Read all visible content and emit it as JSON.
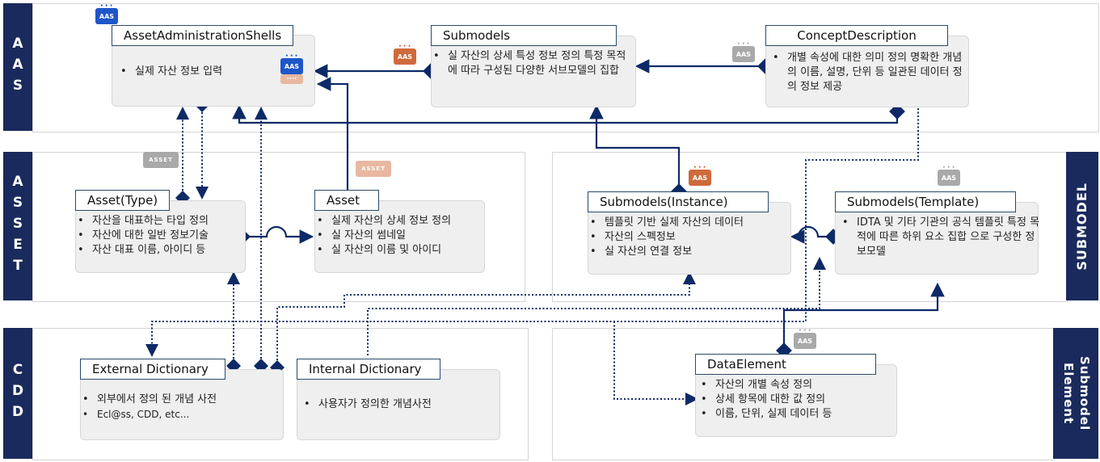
{
  "side_labels": {
    "aas": "AAS",
    "asset": "ASSET",
    "cdd": "CDD",
    "submodel": "SUBMODEL",
    "submodel_element": "Submodel Element"
  },
  "boxes": {
    "aas_shells": {
      "title": "AssetAdministrationShells",
      "bullets": [
        "실제 자산 정보 입력"
      ]
    },
    "submodels": {
      "title": "Submodels",
      "bullets": [
        "실 자산의 상세 특성 정보 정의 특정 목적에 따라 구성된 다양한 서브모델의 집합"
      ]
    },
    "concept_description": {
      "title": "ConceptDescription",
      "bullets": [
        "개별 속성에 대한 의미 정의 명확한 개념의 이름, 설명, 단위 등 일관된 데이터 정의 정보 제공"
      ]
    },
    "asset_type": {
      "title": "Asset(Type)",
      "bullets": [
        "자산을 대표하는 타입 정의",
        "자산에 대한 일반 정보기술",
        "자산 대표 이름, 아이디 등"
      ]
    },
    "asset": {
      "title": "Asset",
      "bullets": [
        "실제 자산의 상세 정보 정의",
        "실 자산의 썸네일",
        "실 자산의 이름 및 아이디"
      ]
    },
    "submodels_instance": {
      "title": "Submodels(Instance)",
      "bullets": [
        "템플릿 기반 실제 자산의 데이터",
        "자산의 스펙정보",
        "실 자산의 연결 정보"
      ]
    },
    "submodels_template": {
      "title": "Submodels(Template)",
      "bullets": [
        "IDTA 및 기타 기관의 공식 템플릿 특정 목적에 따른 하위 요소 집합 으로 구성한 정보모델"
      ]
    },
    "external_dictionary": {
      "title": "External Dictionary",
      "bullets": [
        "외부에서 정의 된 개념 사전",
        "Ecl@ss, CDD, etc..."
      ]
    },
    "internal_dictionary": {
      "title": "Internal Dictionary",
      "bullets": [
        "사용자가 정의한 개념사전"
      ]
    },
    "data_element": {
      "title": "DataElement",
      "bullets": [
        "자산의 개별 속성 정의",
        "상세 항목에 대한 값 정의",
        "이름, 단위, 실제 데이터 등"
      ]
    }
  },
  "badges": {
    "aas_label": "AAS",
    "asset_label": "ASSET"
  },
  "colors": {
    "navy": "#1a2a5c",
    "aas_blue": "#1e56c8",
    "orange": "#cf6a3c",
    "gray": "#a9a9a9",
    "peach": "#e8b8a0",
    "line": "#0d2a66"
  }
}
